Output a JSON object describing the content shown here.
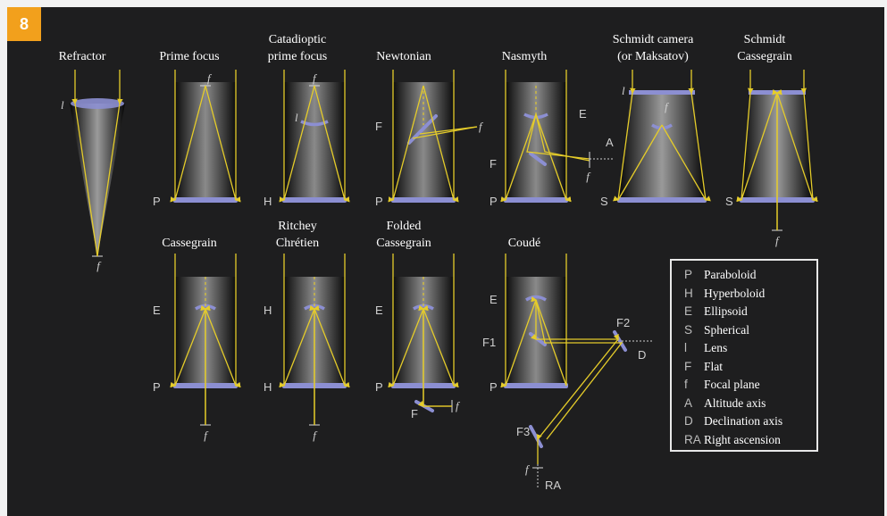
{
  "badge": "8",
  "titles": {
    "refractor": "Refractor",
    "prime_focus": "Prime focus",
    "catadioptric": [
      "Catadioptic",
      "prime focus"
    ],
    "newtonian": "Newtonian",
    "nasmyth": "Nasmyth",
    "schmidt_camera": [
      "Schmidt camera",
      "(or Maksatov)"
    ],
    "schmidt_cassegrain": [
      "Schmidt",
      "Cassegrain"
    ],
    "cassegrain": "Cassegrain",
    "ritchey": [
      "Ritchey",
      "Chrétien"
    ],
    "folded": [
      "Folded",
      "Cassegrain"
    ],
    "coude": "Coudé"
  },
  "labels": {
    "P": "P",
    "H": "H",
    "E": "E",
    "S": "S",
    "F": "F",
    "l": "l",
    "f": "f",
    "A": "A",
    "D": "D",
    "F1": "F1",
    "F2": "F2",
    "F3": "F3",
    "RA": "RA"
  },
  "legend": [
    {
      "symbol": "P",
      "text": "Paraboloid"
    },
    {
      "symbol": "H",
      "text": "Hyperboloid"
    },
    {
      "symbol": "E",
      "text": "Ellipsoid"
    },
    {
      "symbol": "S",
      "text": "Spherical"
    },
    {
      "symbol": "l",
      "text": "Lens"
    },
    {
      "symbol": "F",
      "text": "Flat"
    },
    {
      "symbol": "f",
      "text": "Focal plane"
    },
    {
      "symbol": "A",
      "text": "Altitude axis"
    },
    {
      "symbol": "D",
      "text": "Declination axis"
    },
    {
      "symbol": "RA",
      "text": "Right ascension"
    }
  ],
  "colors": {
    "background": "#1e1e1f",
    "frame": "#f2f2f2",
    "badge": "#f2a01c",
    "ray": "#e5cc2a",
    "mirror": "#8c8fd2",
    "text": "#ffffff",
    "label": "#cfcfcf"
  }
}
